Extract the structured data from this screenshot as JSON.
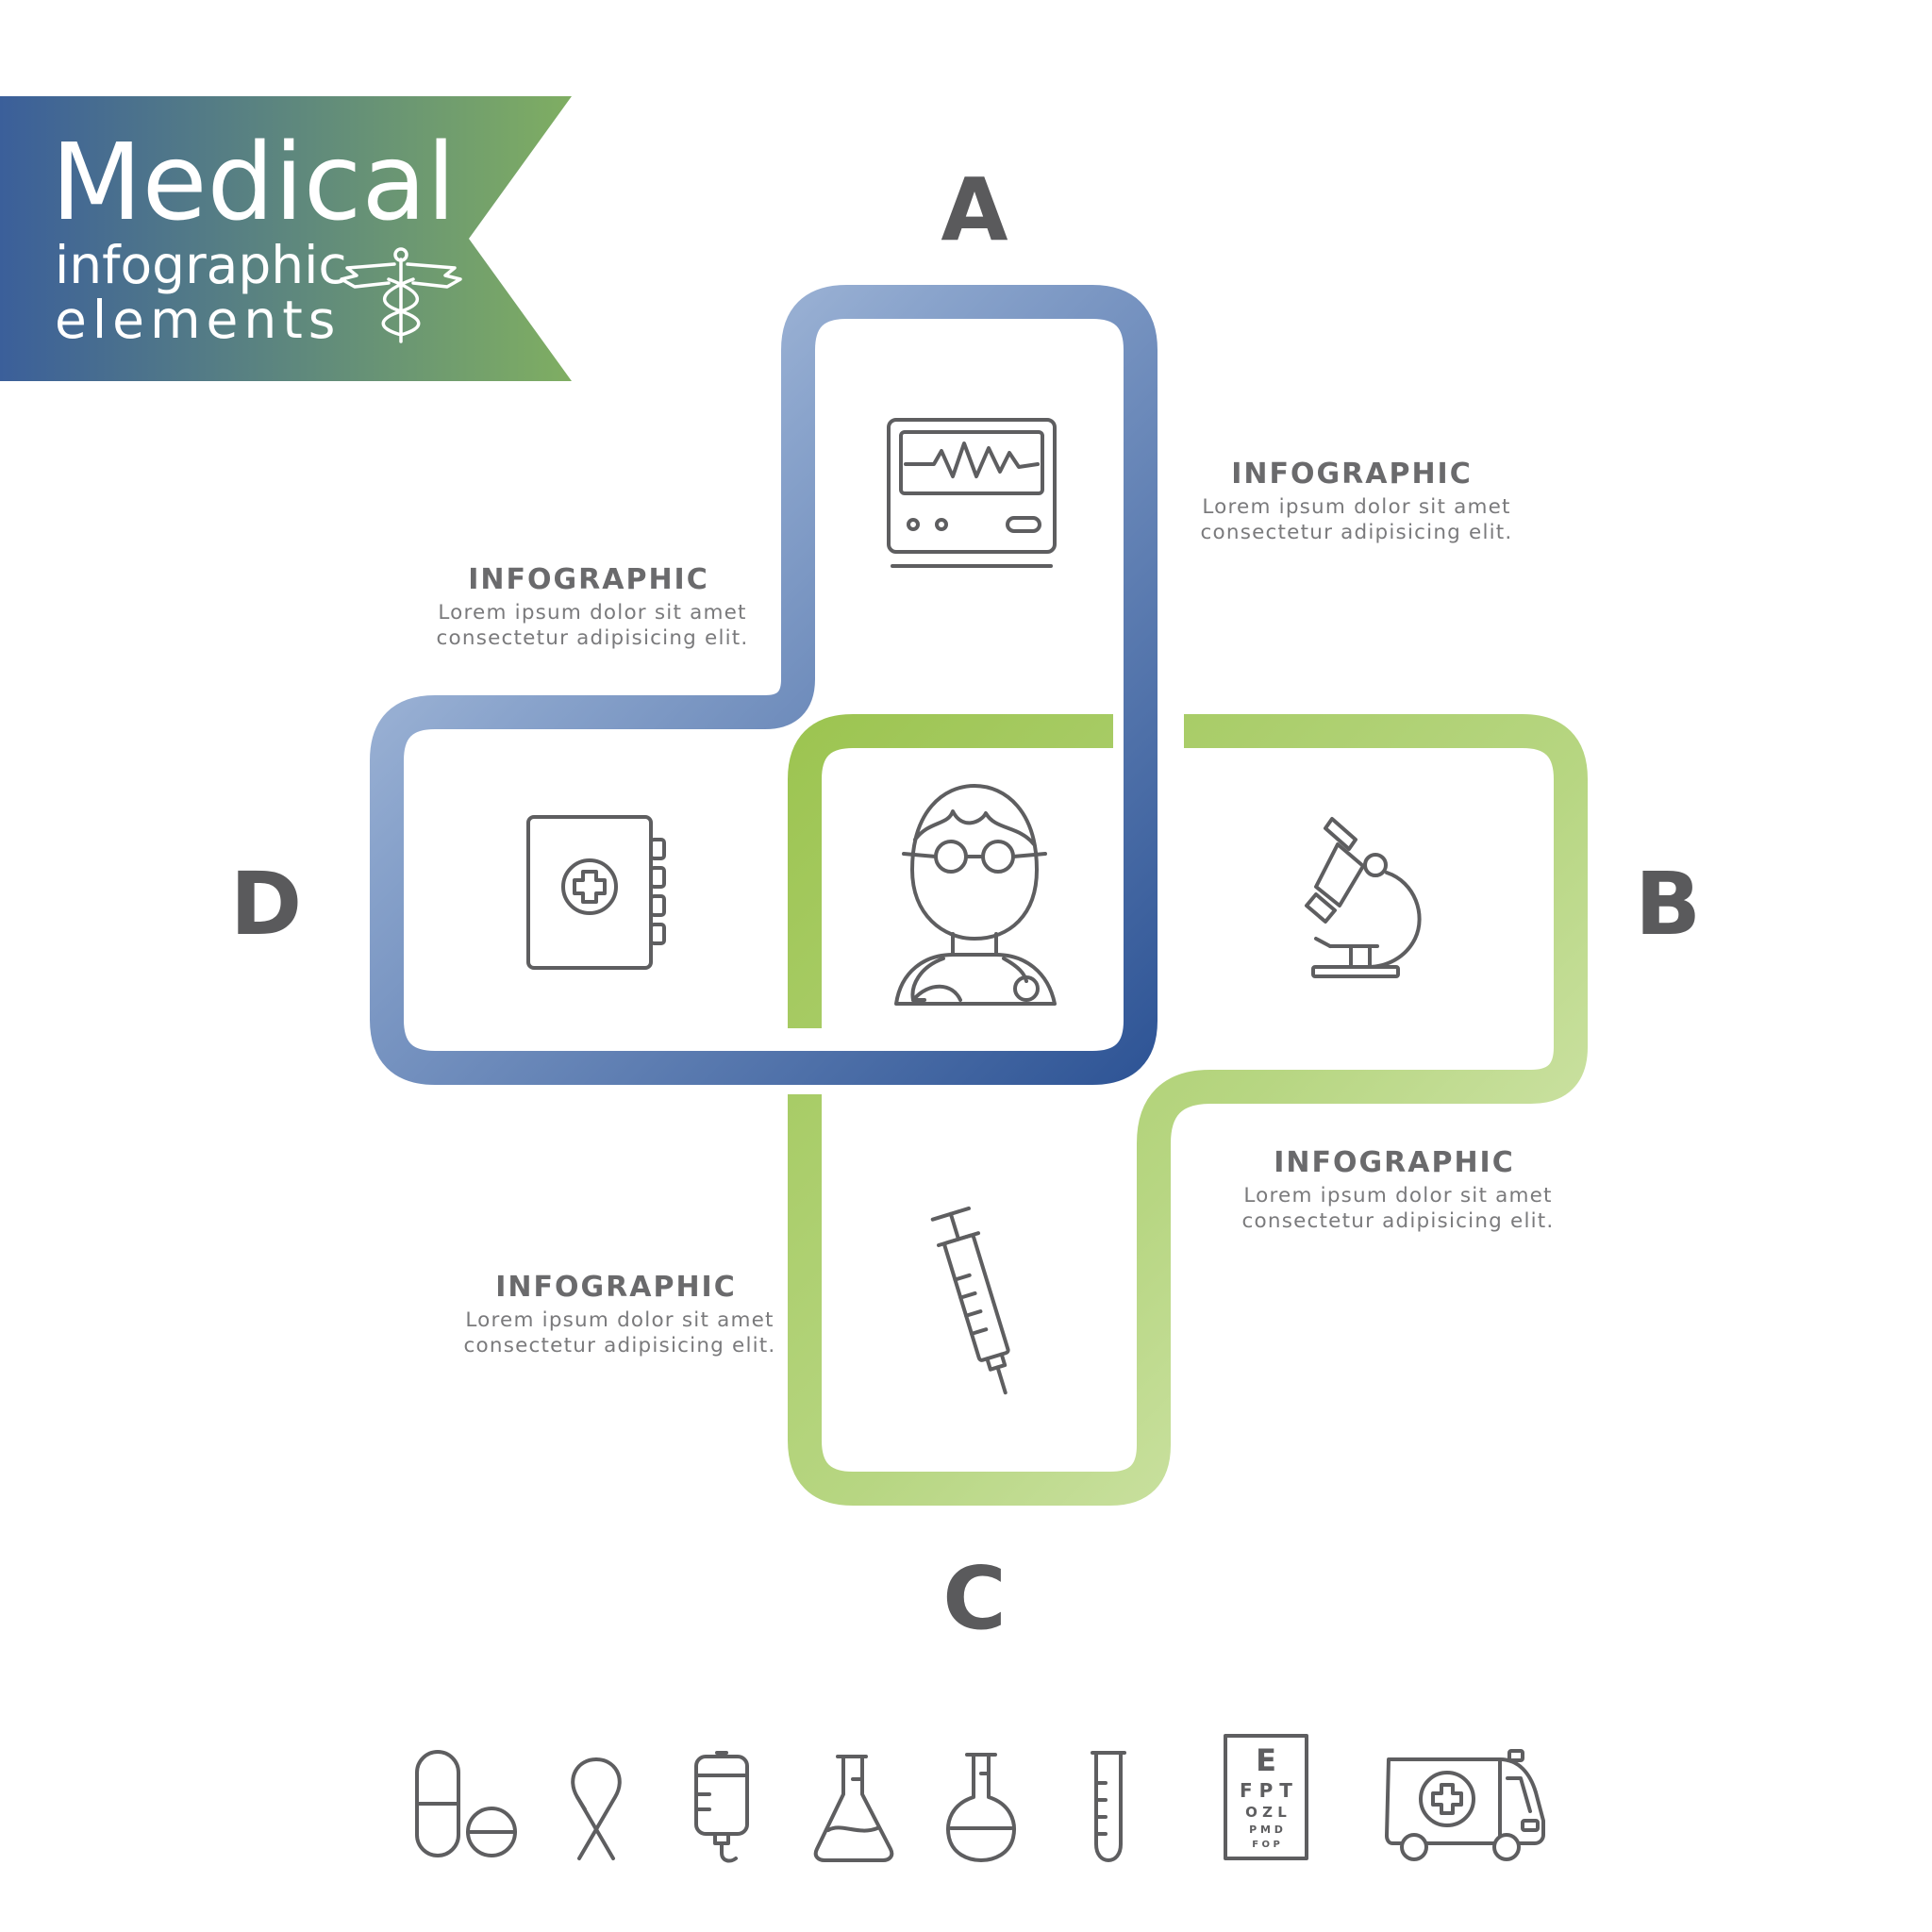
{
  "banner": {
    "title": "Medical",
    "subtitle_line1": "infographic",
    "subtitle_line2": "elements",
    "colors": {
      "left": "#3b5f9a",
      "right": "#7fae62"
    },
    "emblem_icon": "caduceus-icon"
  },
  "colors": {
    "blue_dark": "#2f5596",
    "blue_light": "#b3c5e0",
    "green_dark": "#a3c85a",
    "green_light": "#d3e6a9",
    "text": "#5a5a5c"
  },
  "segments": [
    {
      "letter": "A",
      "icon": "heart-monitor-icon"
    },
    {
      "letter": "B",
      "icon": "microscope-icon"
    },
    {
      "letter": "C",
      "icon": "syringe-icon"
    },
    {
      "letter": "D",
      "icon": "medical-book-icon"
    }
  ],
  "center_icon": "doctor-icon",
  "infographic_blocks": [
    {
      "title": "INFOGRAPHIC",
      "line1": "Lorem ipsum dolor sit amet",
      "line2": "consectetur adipisicing elit."
    },
    {
      "title": "INFOGRAPHIC",
      "line1": "Lorem ipsum dolor sit amet",
      "line2": "consectetur adipisicing elit."
    },
    {
      "title": "INFOGRAPHIC",
      "line1": "Lorem ipsum dolor sit amet",
      "line2": "consectetur adipisicing elit."
    },
    {
      "title": "INFOGRAPHIC",
      "line1": "Lorem ipsum dolor sit amet",
      "line2": "consectetur adipisicing elit."
    }
  ],
  "bottom_icons": [
    "pills-icon",
    "awareness-ribbon-icon",
    "iv-bag-icon",
    "conical-flask-icon",
    "round-flask-icon",
    "test-tube-icon",
    "eye-chart-icon",
    "ambulance-icon"
  ],
  "eye_chart": {
    "row1": "E",
    "row2": "F P T",
    "row3": "O Z L",
    "row4": "P M D",
    "row5": "F O P"
  }
}
